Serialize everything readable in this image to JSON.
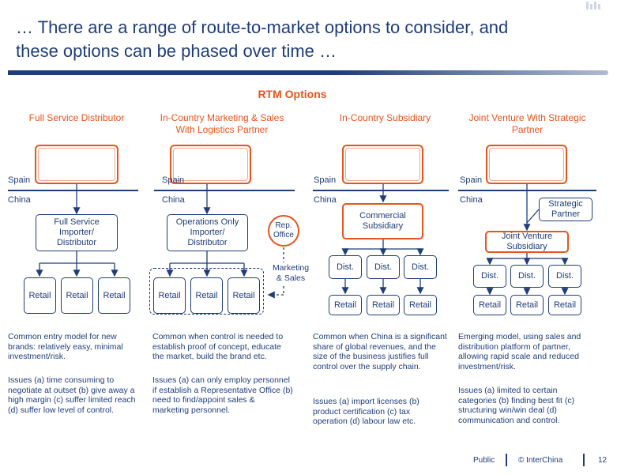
{
  "title": "… There are a range of route-to-market options to consider, and these options can be phased over time …",
  "heading": "RTM Options",
  "columns": [
    {
      "header": "Full Service Distributor",
      "spain": "Spain",
      "china": "China",
      "hub": "Full Service Importer/ Distributor",
      "retail": [
        "Retail",
        "Retail",
        "Retail"
      ],
      "desc1": "Common entry model for new brands: relatively easy, minimal investment/risk.",
      "desc2": "Issues (a) time consuming to negotiate at outset (b) give away a high margin (c) suffer limited reach (d) suffer low level of control."
    },
    {
      "header": "In-Country Marketing & Sales With Logistics Partner",
      "spain": "Spain",
      "china": "China",
      "hub": "Operations Only Importer/ Distributor",
      "rep_office": "Rep. Office",
      "marketing_sales": "Marketing & Sales",
      "retail": [
        "Retail",
        "Retail",
        "Retail"
      ],
      "desc1": "Common when control is needed to establish proof of concept, educate the market, build the brand etc.",
      "desc2": "Issues (a) can only employ personnel if establish a Representative Office (b) need to find/appoint sales & marketing personnel."
    },
    {
      "header": "In-Country Subsidiary",
      "spain": "Spain",
      "china": "China",
      "hub": "Commercial Subsidiary",
      "dist": [
        "Dist.",
        "Dist.",
        "Dist."
      ],
      "retail": [
        "Retail",
        "Retail",
        "Retail"
      ],
      "desc1": "Common when China is a significant share of global revenues, and the size of the business justifies full control over the supply chain.",
      "desc2": "Issues (a) import licenses (b) product certification (c) tax operation (d) labour law etc."
    },
    {
      "header": "Joint Venture With Strategic Partner",
      "spain": "Spain",
      "china": "China",
      "partner": "Strategic Partner",
      "hub": "Joint Venture Subsidiary",
      "dist": [
        "Dist.",
        "Dist.",
        "Dist."
      ],
      "retail": [
        "Retail",
        "Retail",
        "Retail"
      ],
      "desc1": "Emerging model, using sales and distribution platform of partner, allowing rapid scale and reduced investment/risk.",
      "desc2": "Issues (a) limited to certain categories (b) finding best fit (c) structuring win/win deal (d) communication and control."
    }
  ],
  "footer": {
    "public": "Public",
    "copyright": "© InterChina",
    "page": "12"
  },
  "colors": {
    "navy": "#1f3d7a",
    "orange": "#e8541c"
  }
}
